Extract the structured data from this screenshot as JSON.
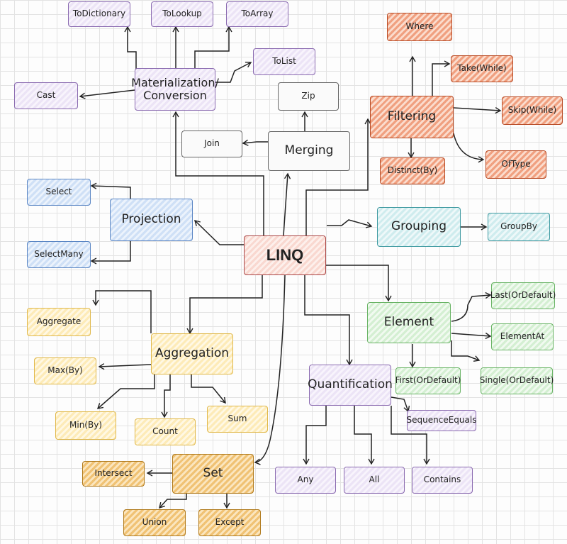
{
  "root": {
    "label": "LINQ"
  },
  "materialization": {
    "label": "Materialization/ Conversion",
    "children": {
      "to_dictionary": "ToDictionary",
      "to_lookup": "ToLookup",
      "to_array": "ToArray",
      "to_list": "ToList",
      "cast": "Cast"
    }
  },
  "merging": {
    "label": "Merging",
    "children": {
      "zip": "Zip",
      "join": "Join"
    }
  },
  "filtering": {
    "label": "Filtering",
    "children": {
      "where": "Where",
      "take_while": "Take(While)",
      "skip_while": "Skip(While)",
      "distinct_by": "Distinct(By)",
      "of_type": "OfType"
    }
  },
  "projection": {
    "label": "Projection",
    "children": {
      "select": "Select",
      "select_many": "SelectMany"
    }
  },
  "grouping": {
    "label": "Grouping",
    "children": {
      "group_by": "GroupBy"
    }
  },
  "element": {
    "label": "Element",
    "children": {
      "last": "Last(OrDefault)",
      "element_at": "ElementAt",
      "first": "First(OrDefault)",
      "single": "Single(OrDefault)"
    }
  },
  "aggregation": {
    "label": "Aggregation",
    "children": {
      "aggregate": "Aggregate",
      "max_by": "Max(By)",
      "min_by": "Min(By)",
      "count": "Count",
      "sum": "Sum"
    }
  },
  "quantification": {
    "label": "Quantification",
    "children": {
      "sequence_equals": "SequenceEquals",
      "any": "Any",
      "all": "All",
      "contains": "Contains"
    }
  },
  "set": {
    "label": "Set",
    "children": {
      "intersect": "Intersect",
      "union": "Union",
      "except": "Except"
    }
  }
}
